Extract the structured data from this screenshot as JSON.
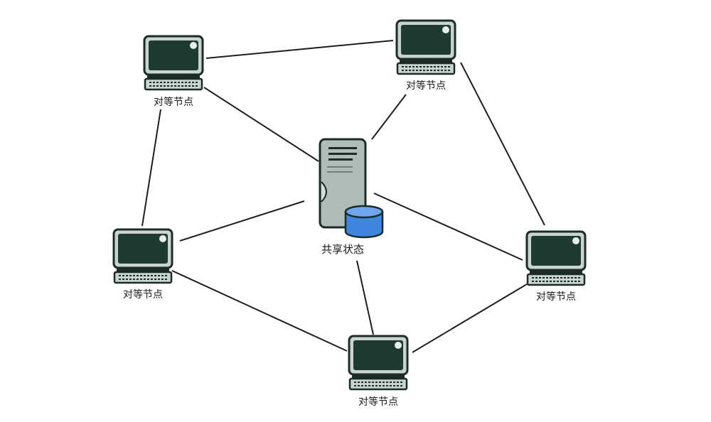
{
  "peer_label": "对等节点",
  "center_label": "共享状态",
  "nodes": [
    {
      "id": "top-left",
      "label": "对等节点"
    },
    {
      "id": "top-right",
      "label": "对等节点"
    },
    {
      "id": "mid-left",
      "label": "对等节点"
    },
    {
      "id": "mid-right",
      "label": "对等节点"
    },
    {
      "id": "bottom",
      "label": "对等节点"
    }
  ],
  "connections": [
    [
      "top-left",
      "top-right"
    ],
    [
      "top-left",
      "mid-left"
    ],
    [
      "top-left",
      "server"
    ],
    [
      "top-right",
      "server"
    ],
    [
      "top-right",
      "mid-right"
    ],
    [
      "mid-left",
      "server"
    ],
    [
      "mid-left",
      "bottom"
    ],
    [
      "mid-right",
      "server"
    ],
    [
      "mid-right",
      "bottom"
    ],
    [
      "bottom",
      "server"
    ]
  ],
  "colors": {
    "screen": "#1f3a33",
    "monitor_frame": "#c9d3cf",
    "outline": "#1b2b27",
    "server_body": "#aebdb8",
    "database": "#3f86e0",
    "line": "#1e1e1e"
  }
}
